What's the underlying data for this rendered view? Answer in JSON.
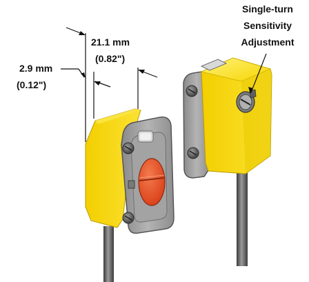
{
  "colors": {
    "sensor_body": "#f6d500",
    "sensor_body_shade": "#d8b400",
    "sensor_face_plate": "#9a9a9a",
    "lens": "#e8502a",
    "cable": "#555555",
    "dimension_lines": "#111111"
  },
  "dimensions": {
    "width_mm": "21.1 mm",
    "width_in": "(0.82\")",
    "flange_mm": "2.9 mm",
    "flange_in": "(0.12\")"
  },
  "callout": {
    "line1": "Single-turn",
    "line2": "Sensitivity",
    "line3": "Adjustment"
  },
  "icons": {
    "adjustment_knob": "slotted-screw-icon",
    "mounting_screw": "mounting-screw-icon"
  }
}
